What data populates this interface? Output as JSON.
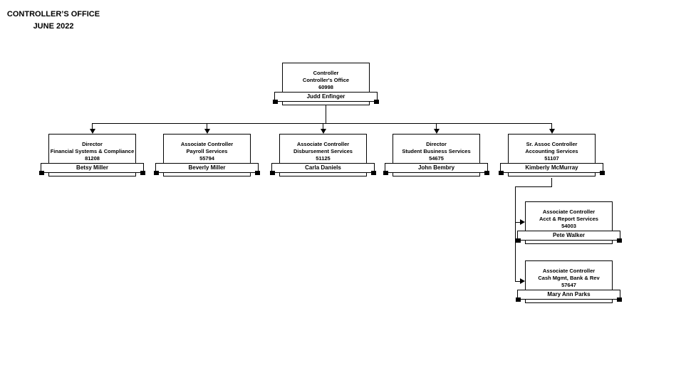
{
  "title": {
    "line1": "CONTROLLER’S OFFICE",
    "line2": "JUNE 2022"
  },
  "colors": {
    "line": "#000000",
    "box_fill": "#ffffff",
    "text": "#000000"
  },
  "nodes": {
    "root": {
      "role": "Controller",
      "dept": "Controller's Office",
      "position_number": "60998",
      "name": "Judd Enfinger"
    },
    "level2": [
      {
        "role": "Director",
        "dept": "Financial Systems & Compliance",
        "position_number": "81208",
        "name": "Betsy Miller"
      },
      {
        "role": "Associate Controller",
        "dept": "Payroll Services",
        "position_number": "55794",
        "name": "Beverly Miller"
      },
      {
        "role": "Associate Controller",
        "dept": "Disbursement Services",
        "position_number": "51125",
        "name": "Carla Daniels"
      },
      {
        "role": "Director",
        "dept": "Student Business Services",
        "position_number": "54675",
        "name": "John Bembry"
      },
      {
        "role": "Sr. Assoc Controller",
        "dept": "Accounting Services",
        "position_number": "51107",
        "name": "Kimberly McMurray"
      }
    ],
    "level3": [
      {
        "role": "Associate Controller",
        "dept": "Acct & Report Services",
        "position_number": "54003",
        "name": "Pete Walker"
      },
      {
        "role": "Associate Controller",
        "dept": "Cash Mgmt, Bank & Rev",
        "position_number": "57647",
        "name": "Mary Ann Parks"
      }
    ]
  }
}
